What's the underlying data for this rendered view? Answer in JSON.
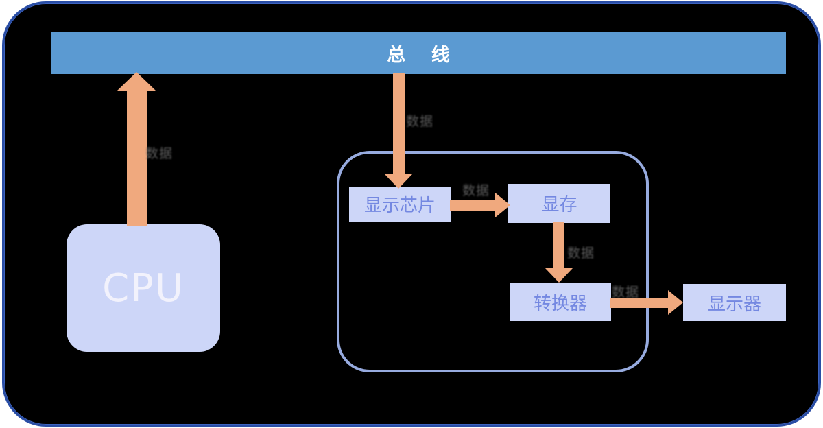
{
  "bus": {
    "label": "总 线"
  },
  "cpu": {
    "label": "CPU"
  },
  "graphics_card": {
    "display_chip": {
      "label": "显示芯片"
    },
    "video_memory": {
      "label": "显存"
    },
    "converter": {
      "label": "转换器"
    }
  },
  "monitor": {
    "label": "显示器"
  },
  "arrows": {
    "cpu_to_bus": {
      "label": "数据",
      "direction": "up"
    },
    "bus_to_display_chip": {
      "label": "数据",
      "direction": "down"
    },
    "display_chip_to_video_memory": {
      "label": "数据",
      "direction": "right"
    },
    "video_memory_to_converter": {
      "label": "数据",
      "direction": "down"
    },
    "converter_to_monitor": {
      "label": "数据",
      "direction": "right"
    }
  },
  "colors": {
    "bus_fill": "#5b9ad2",
    "box_fill": "#cdd6f8",
    "box_text": "#7488e1",
    "arrow": "#f0a97e",
    "canvas_bg": "#000000",
    "outer_border": "#2a4ea6",
    "group_border": "#97abdf",
    "arrow_label_text": "#636363",
    "bus_text": "#ffffff",
    "cpu_text": "#f2f2fc"
  }
}
